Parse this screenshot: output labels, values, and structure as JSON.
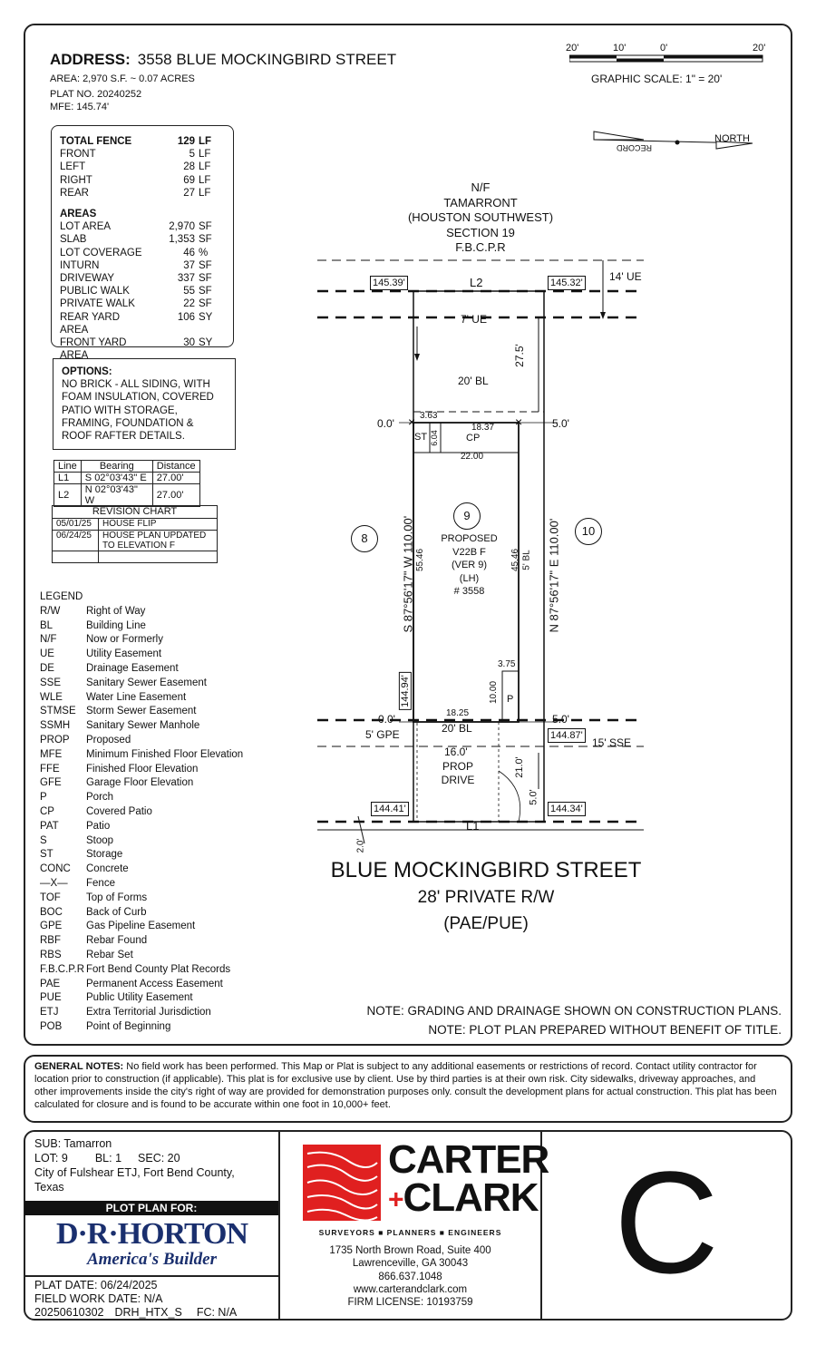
{
  "header": {
    "address_label": "ADDRESS:",
    "address": "3558 BLUE MOCKINGBIRD STREET",
    "area": "AREA: 2,970 S.F. ~ 0.07 ACRES",
    "plat_no": "PLAT NO. 20240252",
    "mfe": "MFE: 145.74'"
  },
  "scale": {
    "ticks": [
      "20'",
      "10'",
      "0'",
      "20'"
    ],
    "label": "GRAPHIC SCALE: 1\" = 20'"
  },
  "north": {
    "north": "NORTH",
    "record": "RECORD"
  },
  "fence": {
    "rows": [
      {
        "name": "TOTAL FENCE",
        "value": "129",
        "unit": "LF",
        "bold": true
      },
      {
        "name": "FRONT",
        "value": "5",
        "unit": "LF"
      },
      {
        "name": "LEFT",
        "value": "28",
        "unit": "LF"
      },
      {
        "name": "RIGHT",
        "value": "69",
        "unit": "LF"
      },
      {
        "name": "REAR",
        "value": "27",
        "unit": "LF"
      }
    ],
    "areas_title": "AREAS",
    "areas": [
      {
        "name": "LOT AREA",
        "value": "2,970",
        "unit": "SF"
      },
      {
        "name": "SLAB",
        "value": "1,353",
        "unit": "SF"
      },
      {
        "name": "LOT COVERAGE",
        "value": "46",
        "unit": "%"
      },
      {
        "name": "INTURN",
        "value": "37",
        "unit": "SF"
      },
      {
        "name": "DRIVEWAY",
        "value": "337",
        "unit": "SF"
      },
      {
        "name": "PUBLIC WALK",
        "value": "55",
        "unit": "SF"
      },
      {
        "name": "PRIVATE WALK",
        "value": "22",
        "unit": "SF"
      },
      {
        "name": "REAR YARD AREA",
        "value": "106",
        "unit": "SY"
      },
      {
        "name": "FRONT YARD AREA",
        "value": "30",
        "unit": "SY"
      }
    ]
  },
  "options": {
    "title": "OPTIONS:",
    "lines": [
      "NO BRICK - ALL SIDING, WITH",
      "FOAM INSULATION, COVERED",
      "PATIO WITH STORAGE,",
      "FRAMING, FOUNDATION &",
      "ROOF RAFTER DETAILS."
    ]
  },
  "line_table": {
    "headers": [
      "Line",
      "Bearing",
      "Distance"
    ],
    "rows": [
      [
        "L1",
        "S 02°03'43\" E",
        "27.00'"
      ],
      [
        "L2",
        "N 02°03'43\" W",
        "27.00'"
      ]
    ]
  },
  "revision": {
    "title": "REVISION CHART",
    "rows": [
      [
        "05/01/25",
        "HOUSE FLIP"
      ],
      [
        "06/24/25",
        "HOUSE PLAN UPDATED\nTO ELEVATION F"
      ],
      [
        "",
        ""
      ]
    ]
  },
  "legend": {
    "title": "LEGEND",
    "items": [
      [
        "R/W",
        "Right of Way"
      ],
      [
        "BL",
        "Building Line"
      ],
      [
        "N/F",
        "Now or Formerly"
      ],
      [
        "UE",
        "Utility Easement"
      ],
      [
        "DE",
        "Drainage Easement"
      ],
      [
        "SSE",
        "Sanitary Sewer Easement"
      ],
      [
        "WLE",
        "Water Line Easement"
      ],
      [
        "STMSE",
        "Storm Sewer Easement"
      ],
      [
        "SSMH",
        "Sanitary Sewer Manhole"
      ],
      [
        "PROP",
        "Proposed"
      ],
      [
        "MFE",
        "Minimum Finished Floor Elevation"
      ],
      [
        "FFE",
        "Finished Floor Elevation"
      ],
      [
        "GFE",
        "Garage Floor Elevation"
      ],
      [
        "P",
        "Porch"
      ],
      [
        "CP",
        "Covered Patio"
      ],
      [
        "PAT",
        "Patio"
      ],
      [
        "S",
        "Stoop"
      ],
      [
        "ST",
        "Storage"
      ],
      [
        "CONC",
        "Concrete"
      ],
      [
        "—X—",
        "Fence"
      ],
      [
        "TOF",
        "Top of Forms"
      ],
      [
        "BOC",
        "Back of Curb"
      ],
      [
        "GPE",
        "Gas Pipeline Easement"
      ],
      [
        "RBF",
        "Rebar Found"
      ],
      [
        "RBS",
        "Rebar Set"
      ],
      [
        "F.B.C.P.R",
        "Fort Bend County Plat Records"
      ],
      [
        "PAE",
        "Permanent Access Easement"
      ],
      [
        "PUE",
        "Public Utility Easement"
      ],
      [
        "ETJ",
        "Extra Territorial Jurisdiction"
      ],
      [
        "POB",
        "Point of Beginning"
      ]
    ]
  },
  "plan": {
    "nf": [
      "N/F",
      "TAMARRONT",
      "(HOUSTON SOUTHWEST)",
      "SECTION 19",
      "F.B.C.P.R"
    ],
    "e_tl": "145.39'",
    "e_tr": "145.32'",
    "l2": "L2",
    "ue14": "14' UE",
    "ue7": "7' UE",
    "d275": "27.5'",
    "bl20_top": "20' BL",
    "z_left": "0.0'",
    "f_right": "5.0'",
    "d363": "3.63",
    "d1837": "18.37",
    "st": "ST",
    "d604": "6.04",
    "cp": "CP",
    "d2200": "22.00",
    "lot8": "8",
    "lot9": "9",
    "lot10": "10",
    "left_bearing": "S 87°56'17\" W  110.00'",
    "right_bearing": "N 87°56'17\" E  110.00'",
    "d5546": "55.46",
    "d4546": "45.46",
    "bl5": "5' BL",
    "house": [
      "PROPOSED",
      "V22B F",
      "(VER 9)",
      "(LH)",
      "# 3558"
    ],
    "d375": "3.75",
    "d1000": "10.00",
    "porch": "P",
    "e14494": "144.94'",
    "z_left2": "0.0'",
    "d1825": "18.25",
    "f_right2": "5.0'",
    "bl20_bot": "20' BL",
    "gpe": "5' GPE",
    "e14487": "144.87'",
    "sse": "15' SSE",
    "d160": "16.0'",
    "drive": [
      "PROP",
      "DRIVE"
    ],
    "d210": "21.0'",
    "d50b": "5.0'",
    "e14441": "144.41'",
    "e14434": "144.34'",
    "l1": "L1",
    "d20": "2.0'"
  },
  "street": {
    "name": "BLUE MOCKINGBIRD STREET",
    "row": "28' PRIVATE R/W",
    "pae": "(PAE/PUE)"
  },
  "notes_right": [
    "NOTE: GRADING AND DRAINAGE SHOWN ON CONSTRUCTION PLANS.",
    "NOTE: PLOT PLAN PREPARED WITHOUT BENEFIT OF TITLE."
  ],
  "general_notes": {
    "label": "GENERAL NOTES:",
    "text": "No field work has been performed. This Map or Plat is subject to any additional easements or restrictions of record. Contact utility contractor for location prior to construction (if applicable). This plat is for exclusive use by client. Use by third parties is at their own risk. City sidewalks, driveway approaches, and other improvements inside the city's right of way are provided for demonstration purposes only. consult the development plans for actual construction. This plat has been calculated for closure and is found to be accurate within one foot in 10,000+ feet."
  },
  "title_block": {
    "sub": "SUB: Tamarron",
    "lot": "LOT: 9",
    "bl": "BL: 1",
    "sec": "SEC: 20",
    "city": "City of Fulshear ETJ, Fort Bend County,",
    "state": "Texas",
    "plot_plan_for": "PLOT PLAN FOR:",
    "client": "D·R·HORTON",
    "client_tag": "America's Builder",
    "plat_date": "PLAT DATE: 06/24/2025",
    "field_date": "FIELD WORK DATE: N/A",
    "job": "20250610302",
    "code": "DRH_HTX_S",
    "fc": "FC: N/A"
  },
  "firm": {
    "name1": "CARTER",
    "name2": "CLARK",
    "plus": "+",
    "tagline": "SURVEYORS ■ PLANNERS ■ ENGINEERS",
    "address1": "1735 North Brown Road, Suite 400",
    "address2": "Lawrenceville, GA 30043",
    "phone": "866.637.1048",
    "web": "www.carterandclark.com",
    "license": "FIRM LICENSE: 10193759",
    "brand_color": "#e02020"
  },
  "sheet_letter": "C"
}
